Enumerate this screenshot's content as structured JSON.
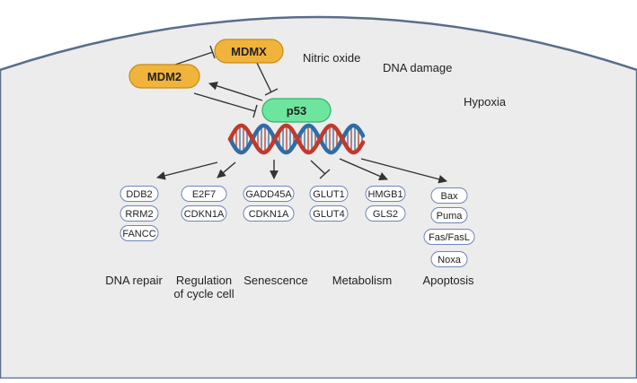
{
  "regulators": {
    "mdmx": "MDMX",
    "mdm2": "MDM2",
    "p53": "p53"
  },
  "stresses": {
    "nitric_oxide": "Nitric oxide",
    "dna_damage": "DNA damage",
    "hypoxia": "Hypoxia"
  },
  "groups": {
    "dna_repair": {
      "genes": [
        "DDB2",
        "RRM2",
        "FANCC"
      ],
      "label": [
        "DNA repair"
      ]
    },
    "cell_cycle": {
      "genes": [
        "E2F7",
        "CDKN1A"
      ],
      "label": [
        "Regulation",
        "of cycle cell"
      ]
    },
    "senescence": {
      "genes": [
        "GADD45A",
        "CDKN1A"
      ],
      "label": [
        "Senescence"
      ]
    },
    "metabolism_a": {
      "genes": [
        "GLUT1",
        "GLUT4"
      ]
    },
    "metabolism_b": {
      "genes": [
        "HMGB1",
        "GLS2"
      ]
    },
    "metabolism": {
      "label": [
        "Metabolism"
      ]
    },
    "apoptosis": {
      "genes": [
        "Bax",
        "Puma",
        "Fas/FasL",
        "Noxa"
      ],
      "label": [
        "Apoptosis"
      ]
    }
  },
  "colors": {
    "cell_fill": "#ececec",
    "cell_border": "#5a6d8a",
    "mdm_fill": "#f0b43c",
    "mdm_border": "#c98a12",
    "p53_fill": "#6ee59e",
    "p53_border": "#2fb36a",
    "gene_border": "#6f86b8",
    "dna_red": "#c0392b",
    "dna_blue": "#2e6da4",
    "text": "#222222",
    "arrow": "#333333"
  },
  "icons": {
    "dna": "dna-double-helix-icon"
  }
}
